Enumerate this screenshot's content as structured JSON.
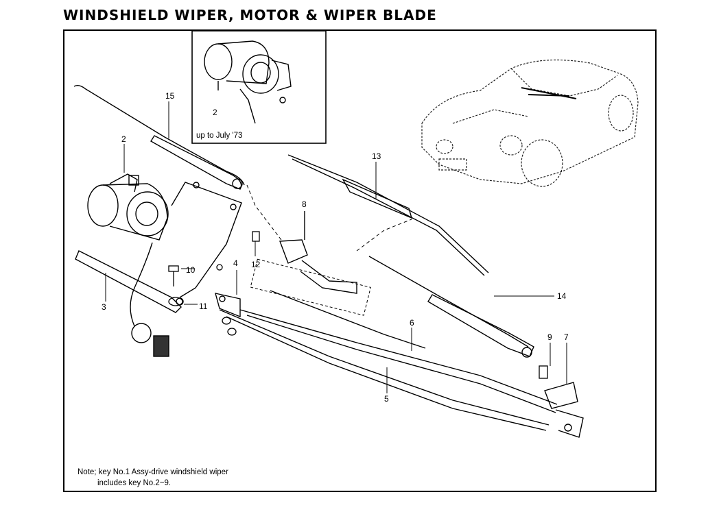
{
  "title": "WINDSHIELD WIPER, MOTOR & WIPER BLADE",
  "inset": {
    "caption": "up to July '73",
    "callout": "2"
  },
  "callouts": {
    "c2": "2",
    "c3": "3",
    "c4": "4",
    "c5": "5",
    "c6": "6",
    "c7": "7",
    "c8": "8",
    "c9": "9",
    "c10": "10",
    "c11": "11",
    "c12": "12",
    "c13": "13",
    "c14": "14",
    "c15": "15"
  },
  "note": {
    "line1": "Note; key No.1 Assy-drive windshield wiper",
    "line2": "includes key No.2~9."
  }
}
